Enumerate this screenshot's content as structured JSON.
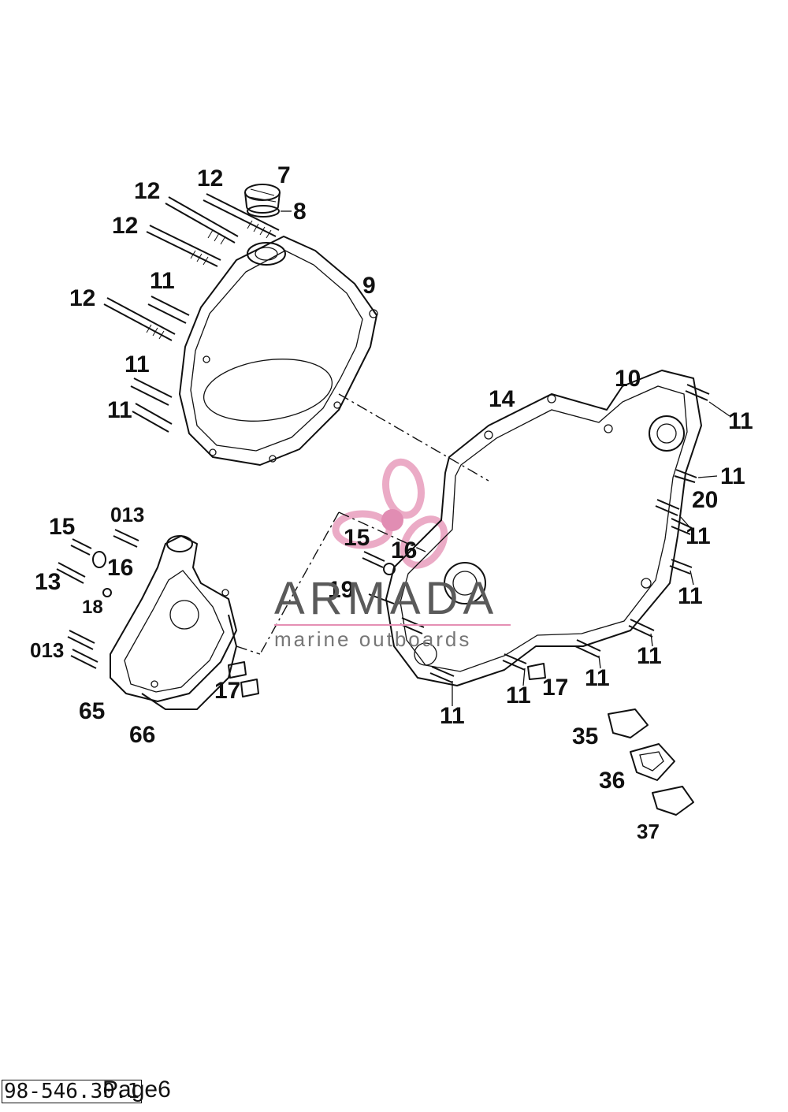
{
  "labels": [
    {
      "text": "7"
    },
    {
      "text": "8"
    },
    {
      "text": "12"
    },
    {
      "text": "12"
    },
    {
      "text": "12"
    },
    {
      "text": "12"
    },
    {
      "text": "11"
    },
    {
      "text": "9"
    },
    {
      "text": "11"
    },
    {
      "text": "11"
    },
    {
      "text": "14"
    },
    {
      "text": "10"
    },
    {
      "text": "11"
    },
    {
      "text": "11"
    },
    {
      "text": "20"
    },
    {
      "text": "11"
    },
    {
      "text": "11"
    },
    {
      "text": "11"
    },
    {
      "text": "11"
    },
    {
      "text": "11"
    },
    {
      "text": "11"
    },
    {
      "text": "17"
    },
    {
      "text": "11"
    },
    {
      "text": "15"
    },
    {
      "text": "16"
    },
    {
      "text": "19"
    },
    {
      "text": "15"
    },
    {
      "text": "013"
    },
    {
      "text": "16"
    },
    {
      "text": "13"
    },
    {
      "text": "18"
    },
    {
      "text": "013"
    },
    {
      "text": "65"
    },
    {
      "text": "66"
    },
    {
      "text": "17"
    },
    {
      "text": "35"
    },
    {
      "text": "36"
    },
    {
      "text": "37"
    }
  ],
  "watermark": {
    "title": "ARMADA",
    "subtitle": "marine outboards",
    "color": "#e58fb4"
  },
  "footer": {
    "code": "98-546.30.1",
    "page": "Page6"
  }
}
